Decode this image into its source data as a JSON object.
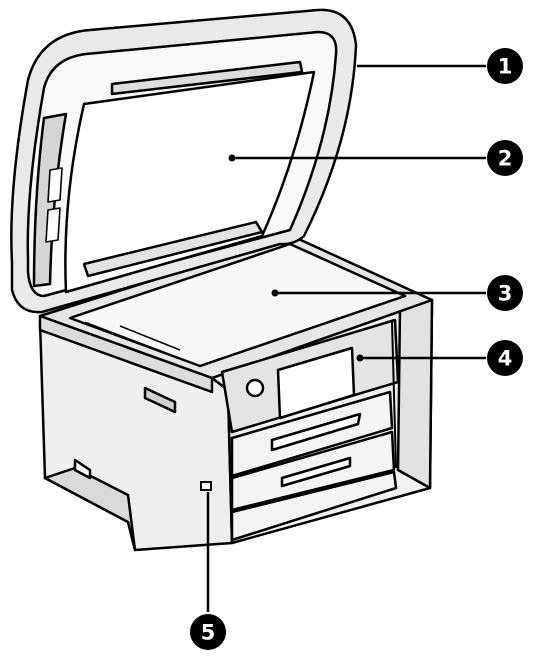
{
  "callouts": [
    {
      "label": "1"
    },
    {
      "label": "2"
    },
    {
      "label": "3"
    },
    {
      "label": "4"
    },
    {
      "label": "5"
    }
  ],
  "colors": {
    "outline": "#000000",
    "body": "#eeeeee",
    "body_shade": "#d9d9d9",
    "glass": "#f7f7f7",
    "callout_fill": "#000000",
    "callout_text": "#ffffff"
  }
}
